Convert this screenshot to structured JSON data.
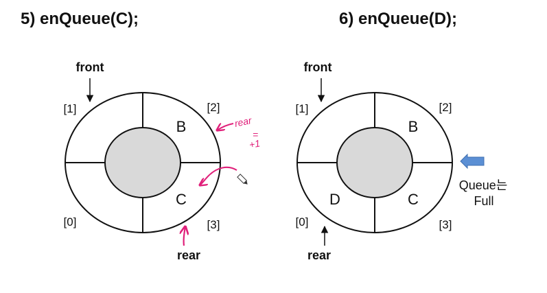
{
  "slides": {
    "left": {
      "title": "5) enQueue(C);",
      "front_label": "front",
      "rear_label": "rear",
      "index_labels": {
        "i0": "[0]",
        "i1": "[1]",
        "i2": "[2]",
        "i3": "[3]"
      },
      "cells": {
        "i1": "",
        "i2": "B",
        "i3": "C",
        "i0": ""
      },
      "annotation": {
        "line1": "rear",
        "line2": "= ",
        "line3": "+1"
      }
    },
    "right": {
      "title": "6) enQueue(D);",
      "front_label": "front",
      "rear_label": "rear",
      "index_labels": {
        "i0": "[0]",
        "i1": "[1]",
        "i2": "[2]",
        "i3": "[3]"
      },
      "cells": {
        "i1": "",
        "i2": "B",
        "i3": "C",
        "i0": "D"
      },
      "status_line1": "Queue는",
      "status_line2": "Full"
    }
  },
  "colors": {
    "annotation": "#e0207a",
    "arrow_fill": "#5b8fd4",
    "hub_fill": "#d9d9d9",
    "stroke": "#111111"
  }
}
